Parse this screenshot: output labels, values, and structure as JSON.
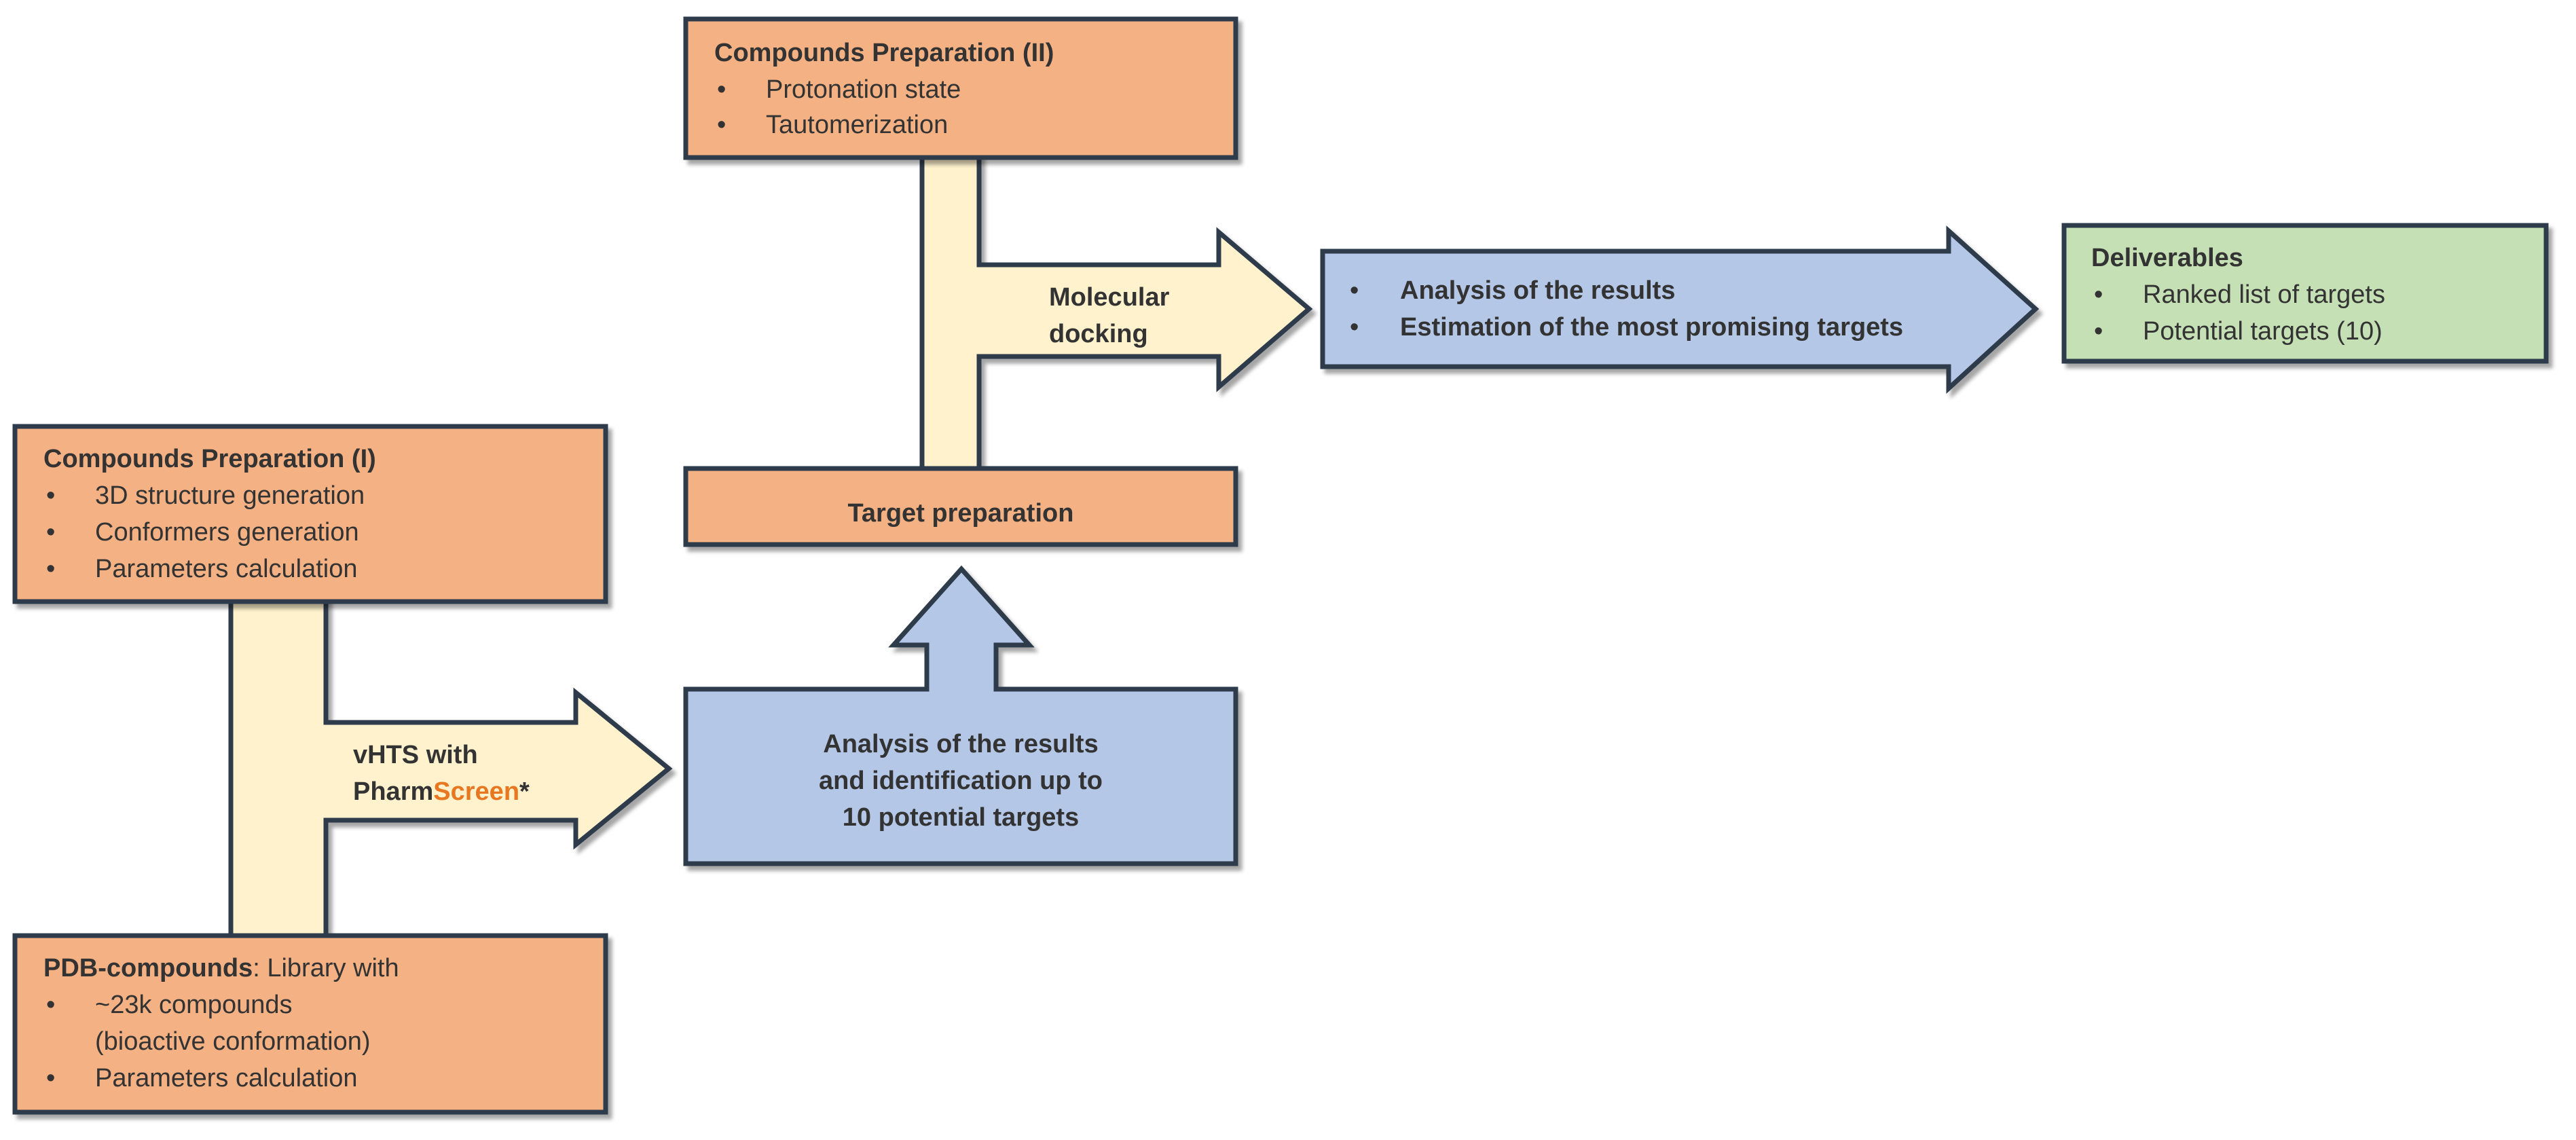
{
  "colors": {
    "orange_box": "#F4B183",
    "blue_box": "#B4C7E7",
    "green_box": "#C5E0B4",
    "connector": "#FFF2CC",
    "outline": "#2F3B4B",
    "text": "#333333",
    "screen_accent": "#E87722"
  },
  "compounds_prep_1": {
    "title": "Compounds Preparation (I)",
    "items": [
      "3D structure generation",
      "Conformers generation",
      "Parameters calculation"
    ]
  },
  "pdb_compounds": {
    "title_bold": "PDB-compounds",
    "title_rest": ": Library with",
    "items": [
      "~23k compounds",
      "(bioactive conformation)",
      "Parameters calculation"
    ]
  },
  "vhts_arrow": {
    "line1": "vHTS with",
    "line2_prefix": "Pharm",
    "line2_accent": "Screen",
    "line2_suffix": "*"
  },
  "analysis_identification": {
    "lines": [
      "Analysis of the results",
      "and identification up to",
      "10 potential targets"
    ]
  },
  "target_prep": {
    "label": "Target preparation"
  },
  "compounds_prep_2": {
    "title": "Compounds Preparation (II)",
    "items": [
      "Protonation state",
      "Tautomerization"
    ]
  },
  "docking_arrow": {
    "line1": "Molecular",
    "line2": "docking"
  },
  "analysis_results": {
    "items": [
      "Analysis of the results",
      "Estimation of the most promising targets"
    ]
  },
  "deliverables": {
    "title": "Deliverables",
    "items": [
      "Ranked list of targets",
      "Potential targets (10)"
    ]
  },
  "bullet_char": "•"
}
